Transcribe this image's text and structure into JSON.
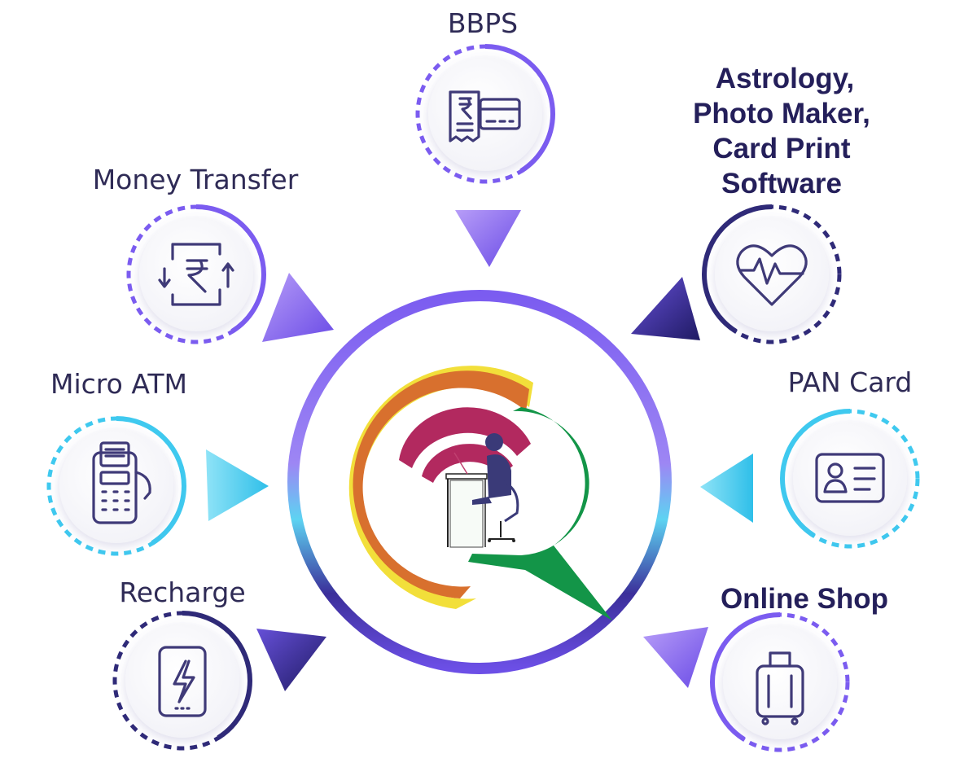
{
  "services": {
    "bbps": {
      "label": "BBPS"
    },
    "money_transfer": {
      "label": "Money Transfer"
    },
    "micro_atm": {
      "label": "Micro ATM"
    },
    "recharge": {
      "label": "Recharge"
    },
    "astrology": {
      "label_lines": [
        "Astrology,",
        "Photo Maker,",
        "Card Print",
        "Software"
      ]
    },
    "pan_card": {
      "label": "PAN Card"
    },
    "online_shop": {
      "label": "Online Shop"
    }
  },
  "icons": {
    "bbps": "bill-receipt-card-icon",
    "money_transfer": "rupee-transfer-icon",
    "micro_atm": "pos-terminal-icon",
    "recharge": "mobile-recharge-icon",
    "astrology": "heart-pulse-icon",
    "pan_card": "id-card-icon",
    "online_shop": "luggage-icon"
  },
  "colors": {
    "purple": "#7b5cf0",
    "indigo": "#2f2a78",
    "cyan": "#3fc9ef",
    "orange": "#d8702e",
    "yellow": "#f2df3a",
    "green": "#139548",
    "maroon": "#b2295f",
    "text": "#2f2b56"
  }
}
